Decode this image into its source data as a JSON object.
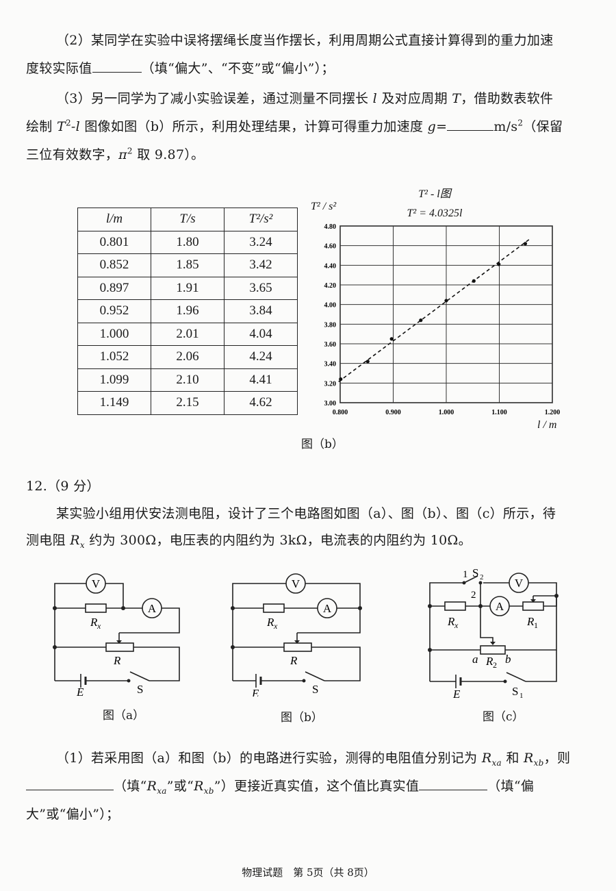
{
  "q11": {
    "p2_a": "（2）某同学在实验中误将摆绳长度当作摆长，利用周期公式直接计算得到的重力加速",
    "p2_b": "度较实际值",
    "p2_c": "（填“偏大”、“不变”或“偏小”）；",
    "p3_a1": "（3）另一同学为了减小实验误差，通过测量不同摆长",
    "p3_a2": "及对应周期",
    "p3_a3": "，借助数表软件",
    "p3_b1": "绘制",
    "p3_b2": "图像如图（b）所示，利用处理结果，计算可得重力加速度",
    "p3_b3": "m/s",
    "p3_b4": "（保留",
    "p3_c": "三位有效数字，",
    "p3_c2": "取 9.87）。",
    "var_l": "l",
    "var_T": "T",
    "var_g": "g=",
    "T2": "T",
    "sq": "2",
    "dash_l": "-l",
    "pi": "π",
    "table": {
      "headers": [
        "l/m",
        "T/s",
        "T²/s²"
      ],
      "rows": [
        [
          "0.801",
          "1.80",
          "3.24"
        ],
        [
          "0.852",
          "1.85",
          "3.42"
        ],
        [
          "0.897",
          "1.91",
          "3.65"
        ],
        [
          "0.952",
          "1.96",
          "3.84"
        ],
        [
          "1.000",
          "2.01",
          "4.04"
        ],
        [
          "1.052",
          "2.06",
          "4.24"
        ],
        [
          "1.099",
          "2.10",
          "4.41"
        ],
        [
          "1.149",
          "2.15",
          "4.62"
        ]
      ]
    },
    "figure_caption": "图（b）"
  },
  "chart_data": {
    "type": "scatter",
    "title": "T² - l图",
    "equation": "T² = 4.0325l",
    "ylabel": "T² / s²",
    "xlabel": "l / m",
    "x": [
      0.801,
      0.852,
      0.897,
      0.952,
      1.0,
      1.052,
      1.099,
      1.149
    ],
    "y": [
      3.24,
      3.42,
      3.65,
      3.84,
      4.04,
      4.24,
      4.41,
      4.62
    ],
    "fit": {
      "slope": 4.0325,
      "style": "dashed"
    },
    "xlim": [
      0.8,
      1.2
    ],
    "ylim": [
      3.0,
      4.8
    ],
    "xticks": [
      "0.800",
      "0.900",
      "1.000",
      "1.100",
      "1.200"
    ],
    "yticks": [
      "3.00",
      "3.20",
      "3.40",
      "3.60",
      "3.80",
      "4.00",
      "4.20",
      "4.40",
      "4.60",
      "4.80"
    ],
    "grid": true
  },
  "q12": {
    "heading": "12.（9 分）",
    "intro_a": "某实验小组用伏安法测电阻，设计了三个电路图如图（a）、图（b）、图（c）所示，待",
    "intro_b1": "测电阻",
    "Rx": "R",
    "x": "x",
    "intro_b2": "约为 300Ω，电压表的内阻约为 3kΩ，电流表的内阻约为 10Ω。",
    "circuits": {
      "a": {
        "caption": "图（a）",
        "V": "V",
        "A": "A",
        "R": "R",
        "E": "E",
        "S": "S"
      },
      "b": {
        "caption": "图（b）",
        "V": "V",
        "A": "A",
        "R": "R",
        "E": "E",
        "S": "S"
      },
      "c": {
        "caption": "图（c）",
        "V": "V",
        "A": "A",
        "R1": "R",
        "R2": "R",
        "sub1": "1",
        "sub2": "2",
        "E": "E",
        "S1": "S",
        "S2": "S",
        "pos1": "1",
        "pos2": "2",
        "a": "a",
        "b": "b"
      }
    },
    "p1_a1": "（1）若采用图（a）和图（b）的电路进行实验，测得的电阻值分别记为",
    "Rxa": "xa",
    "and": "和",
    "Rxb": "xb",
    "then": "，则",
    "p1_b1": "（填“",
    "p1_b2": "”或“",
    "p1_b3": "”）更接近真实值，这个值比真实值",
    "p1_b4": "（填“偏",
    "p1_c": "大”或“偏小”）；"
  },
  "footer": "物理试题　第 5页（共 8页）"
}
